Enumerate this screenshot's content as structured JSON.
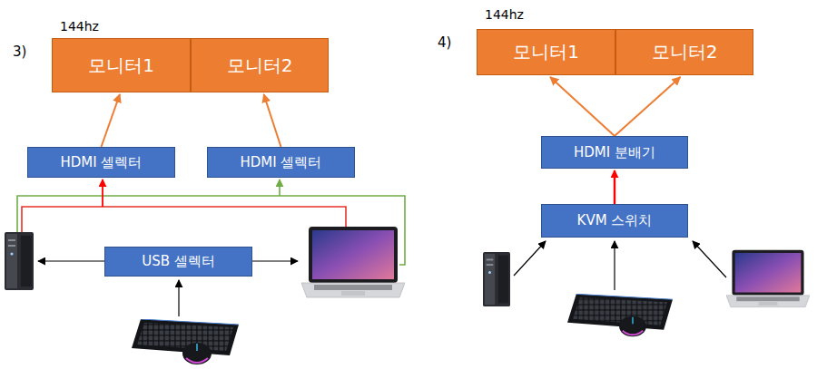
{
  "diagram": {
    "nodes": [
      {
        "text": [
          "모니터1"
        ]
      },
      {
        "text": [
          "모니터2"
        ]
      },
      {
        "text": [
          "HDMI 셀렉터"
        ]
      },
      {
        "text": [
          "HDMI 셀렉터"
        ]
      },
      {
        "text": [
          "USB 셀렉터"
        ]
      },
      {
        "text": [
          "모니터1"
        ]
      },
      {
        "text": [
          "모니터2"
        ]
      },
      {
        "text": [
          "HDMI 분배기"
        ]
      },
      {
        "text": [
          "KVM 스위치"
        ]
      }
    ],
    "edges": [
      {
        "from": 2,
        "to": 0,
        "arrow": "to"
      },
      {
        "from": 3,
        "to": 1,
        "arrow": "to"
      },
      {
        "from": 7,
        "to": 5,
        "arrow": "to"
      },
      {
        "from": 7,
        "to": 6,
        "arrow": "to"
      },
      {
        "from": 8,
        "to": 7,
        "arrow": "to"
      }
    ],
    "labels": [
      "3)",
      "144hz",
      "4)",
      "144hz"
    ]
  }
}
